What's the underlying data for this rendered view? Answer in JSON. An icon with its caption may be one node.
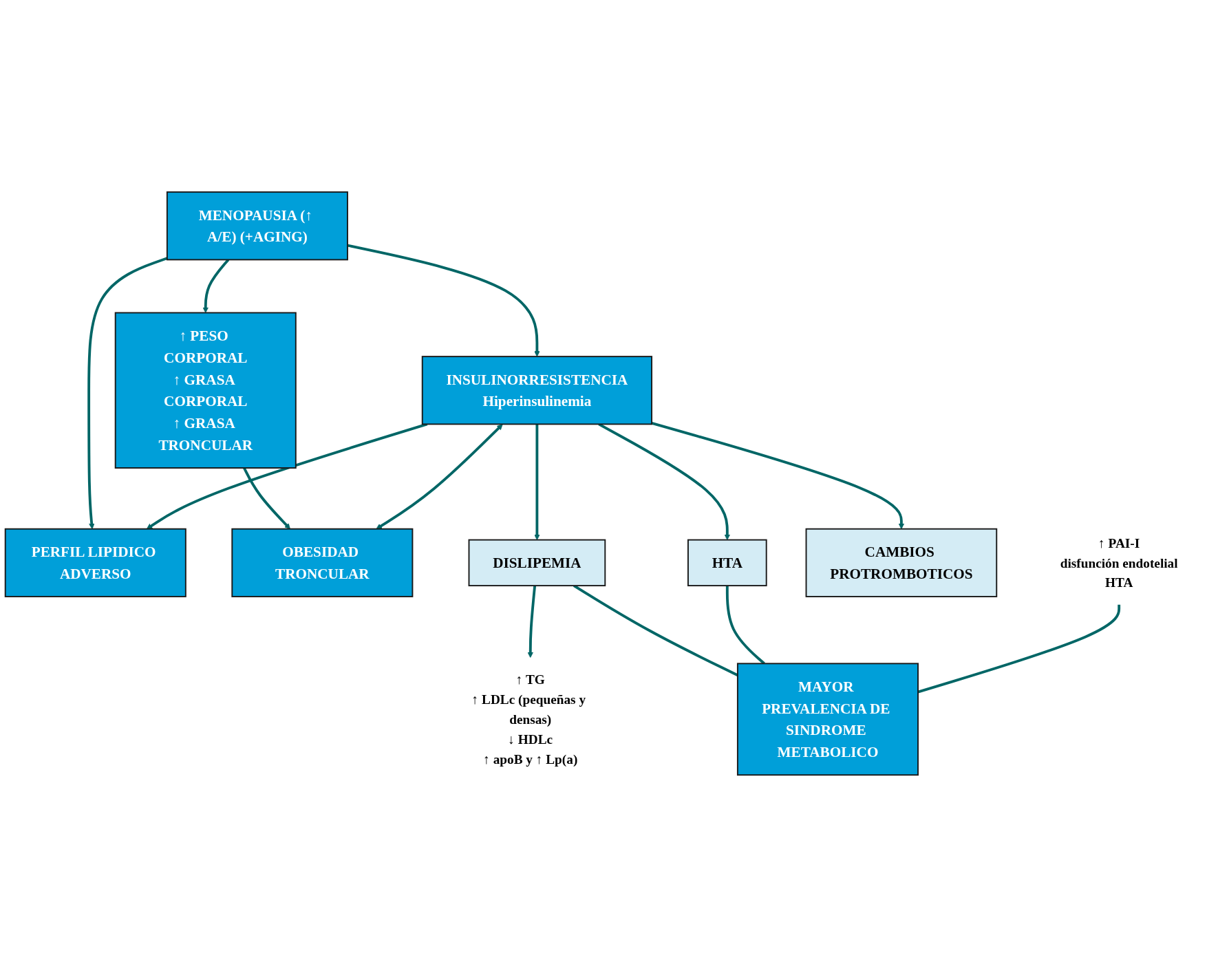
{
  "diagram": {
    "nodes": [
      {
        "text": [
          "MENOPAUSIA (↑ A/E) (+AGING)"
        ]
      },
      {
        "text": [
          "PERFIL LIPIDICO ADVERSO"
        ]
      },
      {
        "text": [
          "↑ PESO CORPORAL",
          "↑ GRASA CORPORAL",
          "↑ GRASA TRONCULAR"
        ]
      },
      {
        "text": [
          "↑ TG",
          "↑ LDLc (pequeñas y densas)",
          "↓ HDLc",
          "↑ apoB y ↑ Lp(a)"
        ]
      },
      {
        "text": [
          "INSULINORRESISTENCIA",
          "Hiperinsulinemia"
        ]
      },
      {
        "text": [
          "OBESIDAD TRONCULAR"
        ]
      },
      {
        "text": [
          "DISLIPEMIA"
        ]
      },
      {
        "text": [
          "HTA"
        ]
      },
      {
        "text": [
          "CAMBIOS PROTROMBOTICOS"
        ]
      },
      {
        "text": [
          "↑ PAI-I",
          "disfunción endotelial",
          "HTA"
        ]
      },
      {
        "text": [
          "MAYOR PREVALENCIA DE SINDROME METABOLICO"
        ]
      }
    ],
    "edges": [
      {
        "from": 0,
        "to": 1,
        "arrow": "to"
      },
      {
        "from": 0,
        "to": 4,
        "arrow": "to"
      },
      {
        "from": 0,
        "to": 2,
        "arrow": "to"
      },
      {
        "from": 4,
        "to": 1,
        "arrow": "to"
      },
      {
        "from": 2,
        "to": 5,
        "arrow": "to"
      },
      {
        "from": 4,
        "to": 5,
        "arrow": "both"
      },
      {
        "from": 4,
        "to": 6,
        "arrow": "to"
      },
      {
        "from": 4,
        "to": 7,
        "arrow": "to"
      },
      {
        "from": 4,
        "to": 8,
        "arrow": "to"
      },
      {
        "from": 6,
        "to": 3,
        "arrow": "to"
      },
      {
        "from": 6,
        "to": 10,
        "arrow": "none"
      },
      {
        "from": 7,
        "to": 10,
        "arrow": "none"
      },
      {
        "from": 9,
        "to": 10,
        "arrow": "none"
      }
    ]
  }
}
